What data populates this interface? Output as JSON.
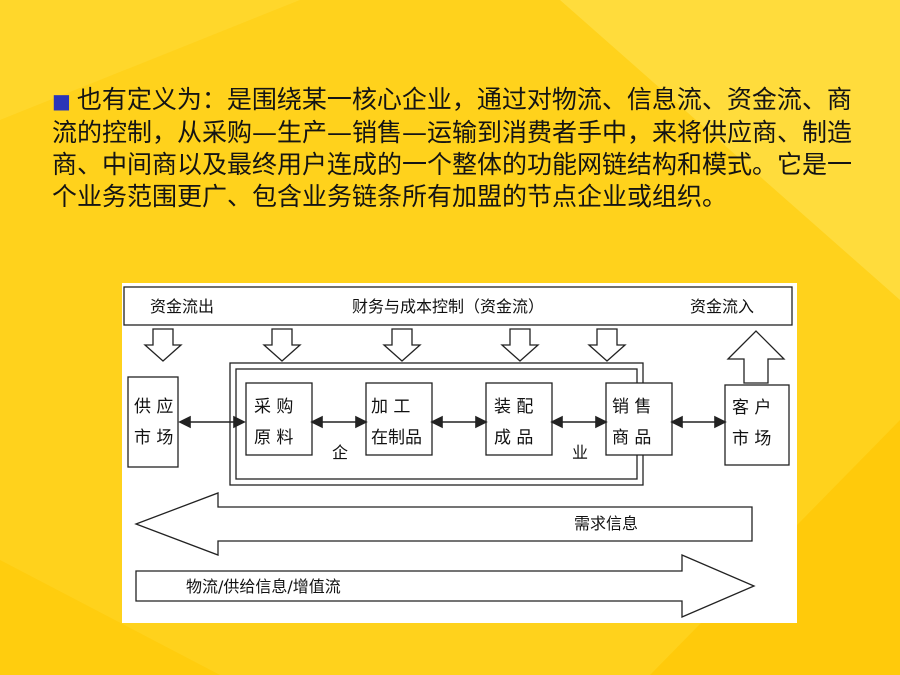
{
  "slide": {
    "bullet_glyph": "■",
    "paragraph": "也有定义为：是围绕某一核心企业，通过对物流、信息流、资金流、商流的控制，从采购—生产—销售—运输到消费者手中，来将供应商、制造商、中间商以及最终用户连成的一个整体的功能网链结构和模式。它是一个业务范围更广、包含业务链条所有加盟的节点企业或组织。"
  },
  "diagram": {
    "top_bar": {
      "left": "资金流出",
      "center": "财务与成本控制（资金流）",
      "right": "资金流入"
    },
    "supply_market": {
      "line1": "供  应",
      "line2": "市  场"
    },
    "customer_market": {
      "line1": "客  户",
      "line2": "市  场"
    },
    "enterprise": {
      "char1": "企",
      "char2": "业",
      "stages": [
        {
          "line1": "采  购",
          "line2": "原  料"
        },
        {
          "line1": "加  工",
          "line2": "在制品"
        },
        {
          "line1": "装  配",
          "line2": "成  品"
        },
        {
          "line1": "销  售",
          "line2": "商  品"
        }
      ]
    },
    "demand_arrow_label": "需求信息",
    "logistics_arrow_label": "物流/供给信息/增值流"
  },
  "colors": {
    "background": "#ffd21c",
    "text": "#141414",
    "bullet": "#2a35b8",
    "diagram_bg": "#ffffff",
    "line": "#222222"
  }
}
